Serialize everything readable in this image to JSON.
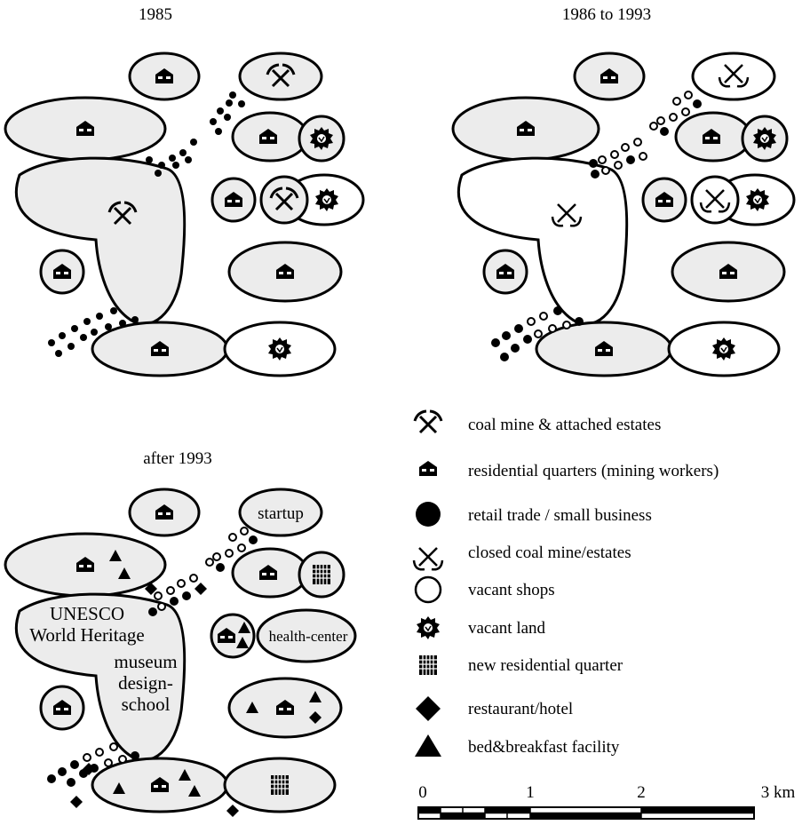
{
  "panels": {
    "p1985": {
      "title": "1985"
    },
    "p1986": {
      "title": "1986 to 1993"
    },
    "pafter": {
      "title": "after 1993",
      "labels": {
        "startup": "startup",
        "unesco_line1": "UNESCO",
        "unesco_line2": "World Heritage",
        "museum": "museum",
        "design": "design-",
        "school": "school",
        "health": "health-center"
      }
    }
  },
  "legend": {
    "items": [
      {
        "icon": "pickaxe-icon",
        "label": "coal mine & attached estates"
      },
      {
        "icon": "house-icon",
        "label": "residential quarters (mining workers)"
      },
      {
        "icon": "filled-dot-icon",
        "label": "retail trade / small business"
      },
      {
        "icon": "closed-mine-icon",
        "label": "closed coal mine/estates"
      },
      {
        "icon": "open-circle-icon",
        "label": "vacant shops"
      },
      {
        "icon": "shrub-icon",
        "label": "vacant land"
      },
      {
        "icon": "building-icon",
        "label": "new residential quarter"
      },
      {
        "icon": "diamond-icon",
        "label": "restaurant/hotel"
      },
      {
        "icon": "triangle-icon",
        "label": "bed&breakfast facility"
      }
    ]
  },
  "scale": {
    "ticks": [
      "0",
      "1",
      "2",
      "3 km"
    ]
  }
}
